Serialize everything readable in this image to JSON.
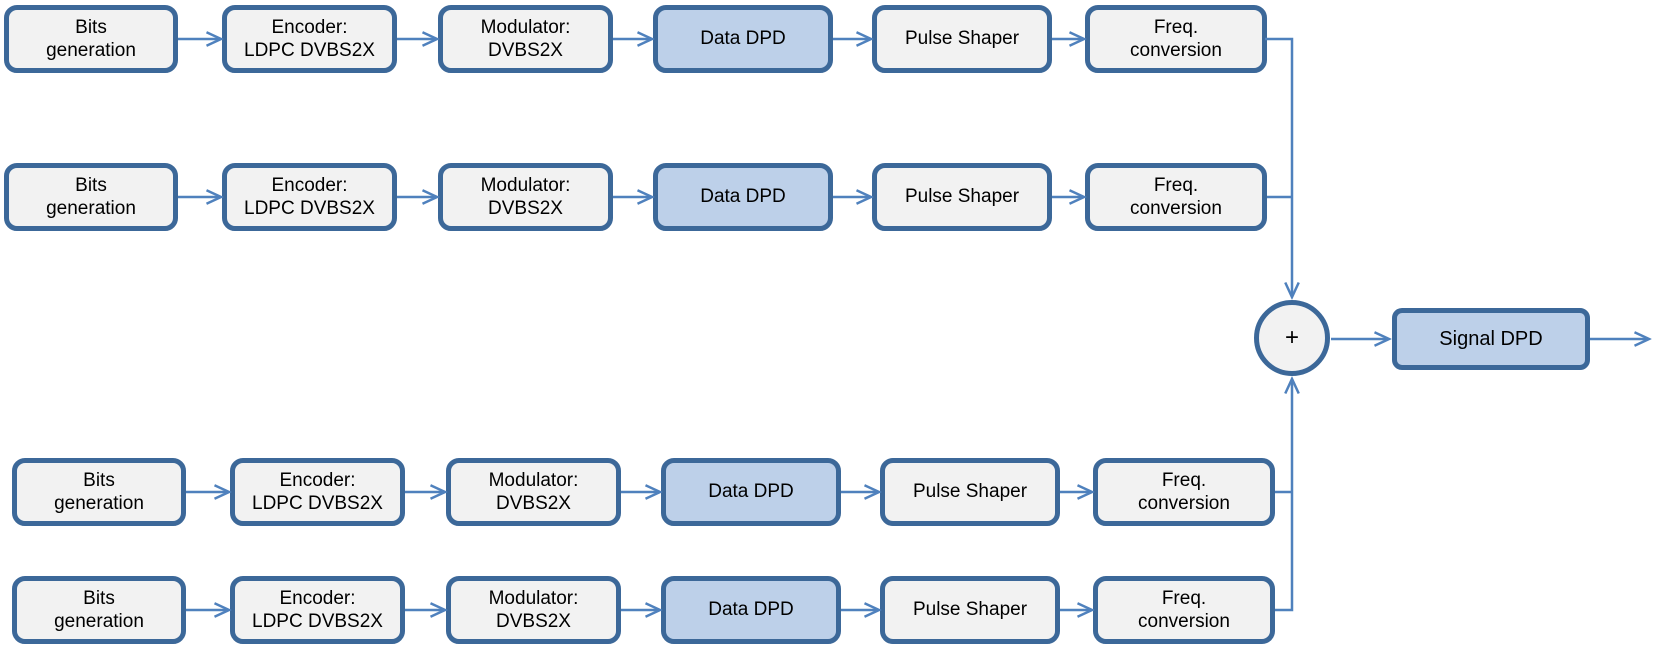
{
  "diagram": {
    "colors": {
      "block_fill": "#f2f2f2",
      "block_border": "#3c6899",
      "dpd_fill": "#bdd0e9",
      "arrow": "#4f81bd",
      "text": "#000000"
    },
    "chains": [
      {
        "name": "chain-1",
        "blocks": [
          {
            "label": "Bits\ngeneration",
            "type": "normal"
          },
          {
            "label": "Encoder:\nLDPC DVBS2X",
            "type": "normal"
          },
          {
            "label": "Modulator:\nDVBS2X",
            "type": "normal"
          },
          {
            "label": "Data DPD",
            "type": "dpd"
          },
          {
            "label": "Pulse Shaper",
            "type": "normal"
          },
          {
            "label": "Freq.\nconversion",
            "type": "normal"
          }
        ]
      },
      {
        "name": "chain-2",
        "blocks": [
          {
            "label": "Bits\ngeneration",
            "type": "normal"
          },
          {
            "label": "Encoder:\nLDPC DVBS2X",
            "type": "normal"
          },
          {
            "label": "Modulator:\nDVBS2X",
            "type": "normal"
          },
          {
            "label": "Data DPD",
            "type": "dpd"
          },
          {
            "label": "Pulse Shaper",
            "type": "normal"
          },
          {
            "label": "Freq.\nconversion",
            "type": "normal"
          }
        ]
      },
      {
        "name": "chain-3",
        "blocks": [
          {
            "label": "Bits\ngeneration",
            "type": "normal"
          },
          {
            "label": "Encoder:\nLDPC DVBS2X",
            "type": "normal"
          },
          {
            "label": "Modulator:\nDVBS2X",
            "type": "normal"
          },
          {
            "label": "Data DPD",
            "type": "dpd"
          },
          {
            "label": "Pulse Shaper",
            "type": "normal"
          },
          {
            "label": "Freq.\nconversion",
            "type": "normal"
          }
        ]
      },
      {
        "name": "chain-4",
        "blocks": [
          {
            "label": "Bits\ngeneration",
            "type": "normal"
          },
          {
            "label": "Encoder:\nLDPC DVBS2X",
            "type": "normal"
          },
          {
            "label": "Modulator:\nDVBS2X",
            "type": "normal"
          },
          {
            "label": "Data DPD",
            "type": "dpd"
          },
          {
            "label": "Pulse Shaper",
            "type": "normal"
          },
          {
            "label": "Freq.\nconversion",
            "type": "normal"
          }
        ]
      }
    ],
    "combiner": {
      "sum_symbol": "+"
    },
    "output_stage": {
      "label": "Signal DPD",
      "type": "dpd"
    }
  }
}
